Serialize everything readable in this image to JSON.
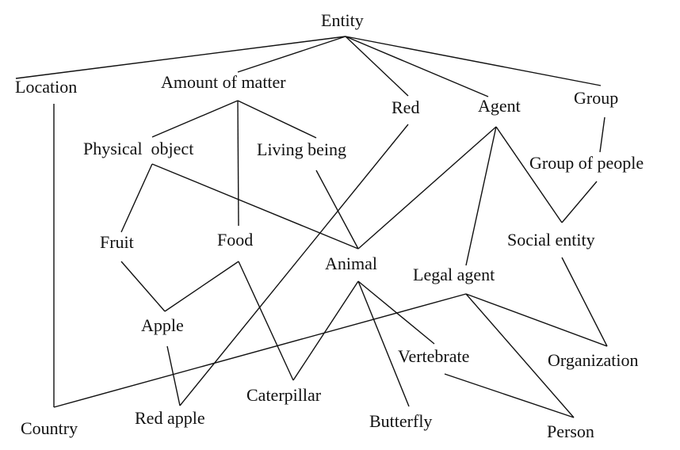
{
  "diagram": {
    "nodes": {
      "entity": "Entity",
      "location": "Location",
      "amount_of_matter": "Amount of matter",
      "red": "Red",
      "agent": "Agent",
      "group": "Group",
      "physical_object": "Physical  object",
      "living_being": "Living being",
      "group_of_people": "Group of people",
      "fruit": "Fruit",
      "food": "Food",
      "social_entity": "Social entity",
      "animal": "Animal",
      "legal_agent": "Legal agent",
      "apple": "Apple",
      "vertebrate": "Vertebrate",
      "organization": "Organization",
      "caterpillar": "Caterpillar",
      "country": "Country",
      "red_apple": "Red apple",
      "butterfly": "Butterfly",
      "person": "Person"
    },
    "edges": [
      [
        "entity",
        "location"
      ],
      [
        "entity",
        "amount_of_matter"
      ],
      [
        "entity",
        "red"
      ],
      [
        "entity",
        "agent"
      ],
      [
        "entity",
        "group"
      ],
      [
        "location",
        "country"
      ],
      [
        "amount_of_matter",
        "physical_object"
      ],
      [
        "amount_of_matter",
        "living_being"
      ],
      [
        "amount_of_matter",
        "food"
      ],
      [
        "physical_object",
        "fruit"
      ],
      [
        "physical_object",
        "animal"
      ],
      [
        "living_being",
        "animal"
      ],
      [
        "red",
        "red_apple"
      ],
      [
        "agent",
        "animal"
      ],
      [
        "agent",
        "legal_agent"
      ],
      [
        "agent",
        "social_entity"
      ],
      [
        "group",
        "group_of_people"
      ],
      [
        "group_of_people",
        "social_entity"
      ],
      [
        "fruit",
        "apple"
      ],
      [
        "food",
        "apple"
      ],
      [
        "food",
        "caterpillar"
      ],
      [
        "social_entity",
        "organization"
      ],
      [
        "animal",
        "caterpillar"
      ],
      [
        "animal",
        "butterfly"
      ],
      [
        "animal",
        "vertebrate"
      ],
      [
        "legal_agent",
        "country"
      ],
      [
        "legal_agent",
        "organization"
      ],
      [
        "legal_agent",
        "person"
      ],
      [
        "apple",
        "red_apple"
      ],
      [
        "vertebrate",
        "person"
      ]
    ]
  }
}
